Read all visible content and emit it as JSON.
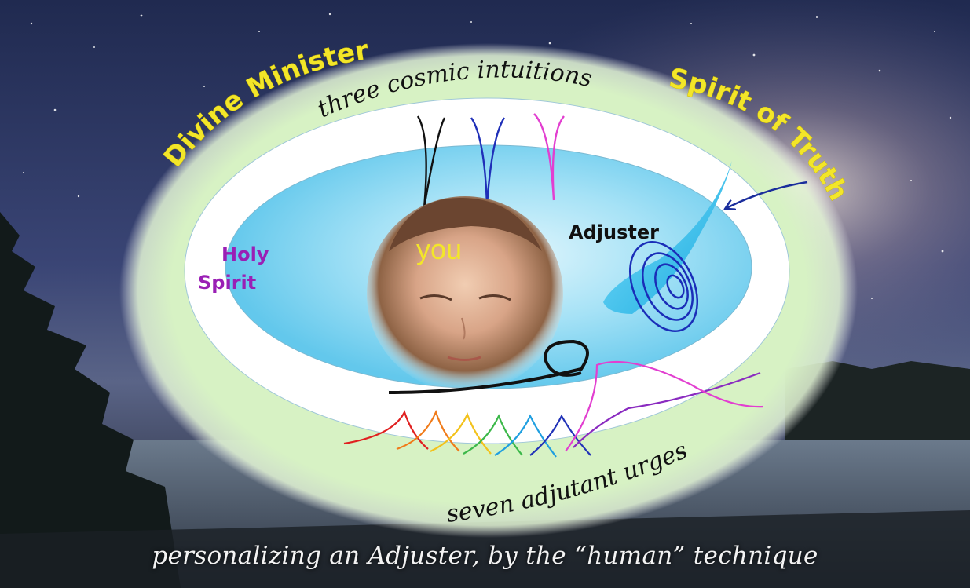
{
  "labels": {
    "divine_minister": "Divine Minister",
    "three_cosmic_intuitions": "three cosmic intuitions",
    "spirit_of_truth": "Spirit of Truth",
    "holy_spirit_line1": "Holy",
    "holy_spirit_line2": "Spirit",
    "you": "you",
    "adjuster": "Adjuster",
    "seven_adjutant_urges": "seven adjutant urges"
  },
  "caption": "personalizing an Adjuster, by the “human” technique",
  "colors": {
    "minister_text": "#f3e629",
    "holy_spirit_text": "#9a1fb5",
    "you_text": "#f3e629",
    "adjuster_text": "#111111",
    "outer_ring": "#d7f2c4",
    "white_band": "#ffffff",
    "inner_fill": "#7fd3f0",
    "spirit_of_truth_flame": "#22bde8",
    "adjuster_spiral": "#1a2db8",
    "arrow": "#1a2d9c",
    "intuition_1": "#111111",
    "intuition_2": "#1f2fb8",
    "intuition_3": "#e23fd0",
    "urges": [
      "#e02020",
      "#f07b1a",
      "#f3c21c",
      "#3cb84a",
      "#1f9fe0",
      "#2233b8",
      "#8a2bc0"
    ]
  }
}
